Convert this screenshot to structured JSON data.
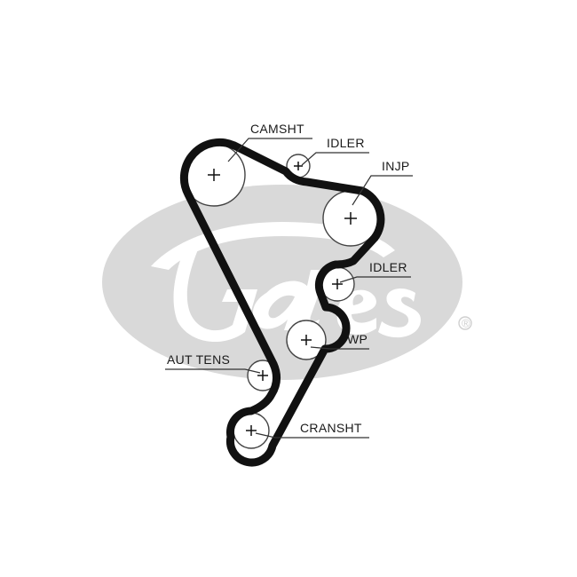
{
  "brand": {
    "logo_text": "Gates",
    "registered_mark": "®",
    "logo_color": "#d9d9d9"
  },
  "belt": {
    "color": "#111111"
  },
  "labels": {
    "camshaft": "CAMSHT",
    "idler_top": "IDLER",
    "injection_pump": "INJP",
    "idler_mid": "IDLER",
    "water_pump": "WP",
    "auto_tensioner": "AUT TENS",
    "crankshaft": "CRANSHT"
  }
}
